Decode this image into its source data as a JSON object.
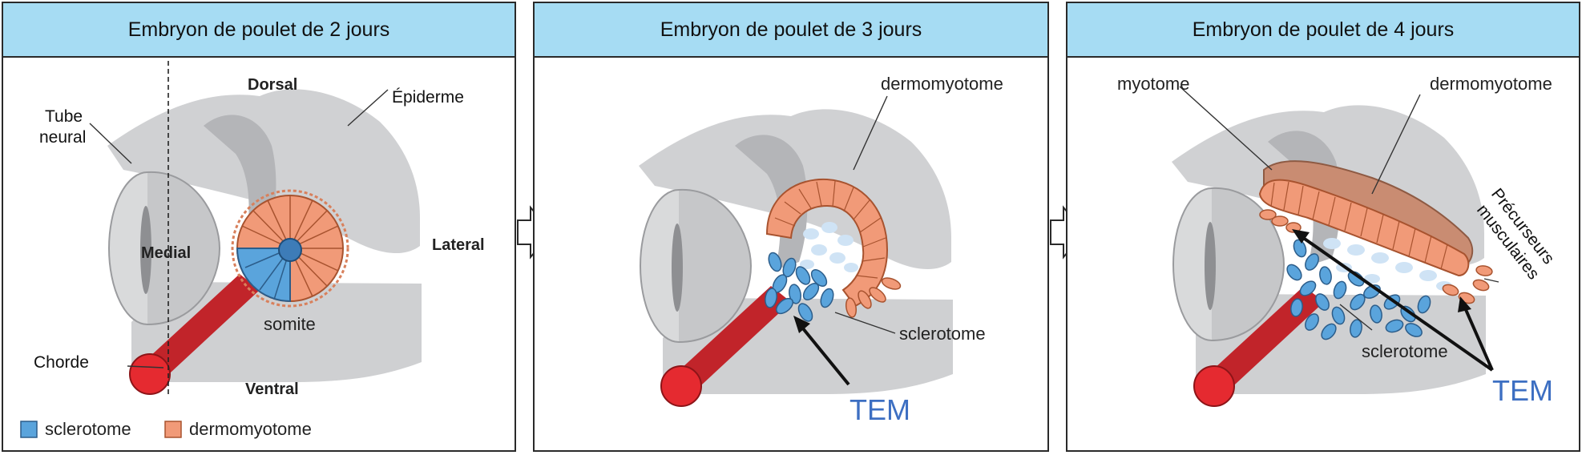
{
  "panels": [
    {
      "title": "Embryon de poulet de 2 jours",
      "labels": {
        "dorsal": "Dorsal",
        "ventral": "Ventral",
        "lateral": "Lateral",
        "medial": "Medial",
        "epiderme": "Épiderme",
        "tube_neural_1": "Tube",
        "tube_neural_2": "neural",
        "chorde": "Chorde",
        "somite": "somite"
      },
      "legend": {
        "sclerotome": "sclerotome",
        "dermomyotome": "dermomyotome"
      }
    },
    {
      "title": "Embryon de poulet de 3 jours",
      "labels": {
        "dermomyotome": "dermomyotome",
        "sclerotome": "sclerotome",
        "tem": "TEM"
      }
    },
    {
      "title": "Embryon de poulet de 4 jours",
      "labels": {
        "myotome": "myotome",
        "dermomyotome": "dermomyotome",
        "sclerotome": "sclerotome",
        "precurseurs_1": "Précurseurs",
        "precurseurs_2": "musculaires",
        "tem": "TEM"
      }
    }
  ],
  "colors": {
    "header": "#a6dcf3",
    "sclerotome": "#5aa4dc",
    "dermomyotome": "#f19a78",
    "notochord": "#d9262c",
    "tissue": "#cfd0d2",
    "tem_text": "#3d6fc2"
  }
}
